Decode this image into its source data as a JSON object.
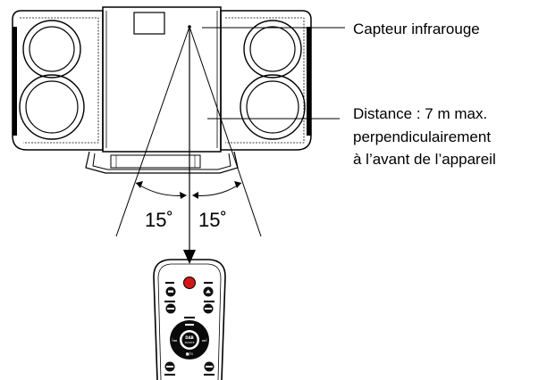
{
  "callouts": {
    "sensor": "Capteur infrarouge",
    "distance_line1": "Distance : 7 m max.",
    "distance_line2": "perpendiculairement",
    "distance_line3": "à l’avant de l’appareil"
  },
  "angles": {
    "left": "15˚",
    "right": "15˚"
  },
  "remote": {
    "center_label": "DAB",
    "center_sublabel": "SOURCE",
    "stop_label": "■/⊙",
    "prev_label": "I◂◂",
    "next_label": "▸▸I"
  },
  "colors": {
    "power_button": "#d01818",
    "line": "#000000",
    "background": "#ffffff"
  }
}
